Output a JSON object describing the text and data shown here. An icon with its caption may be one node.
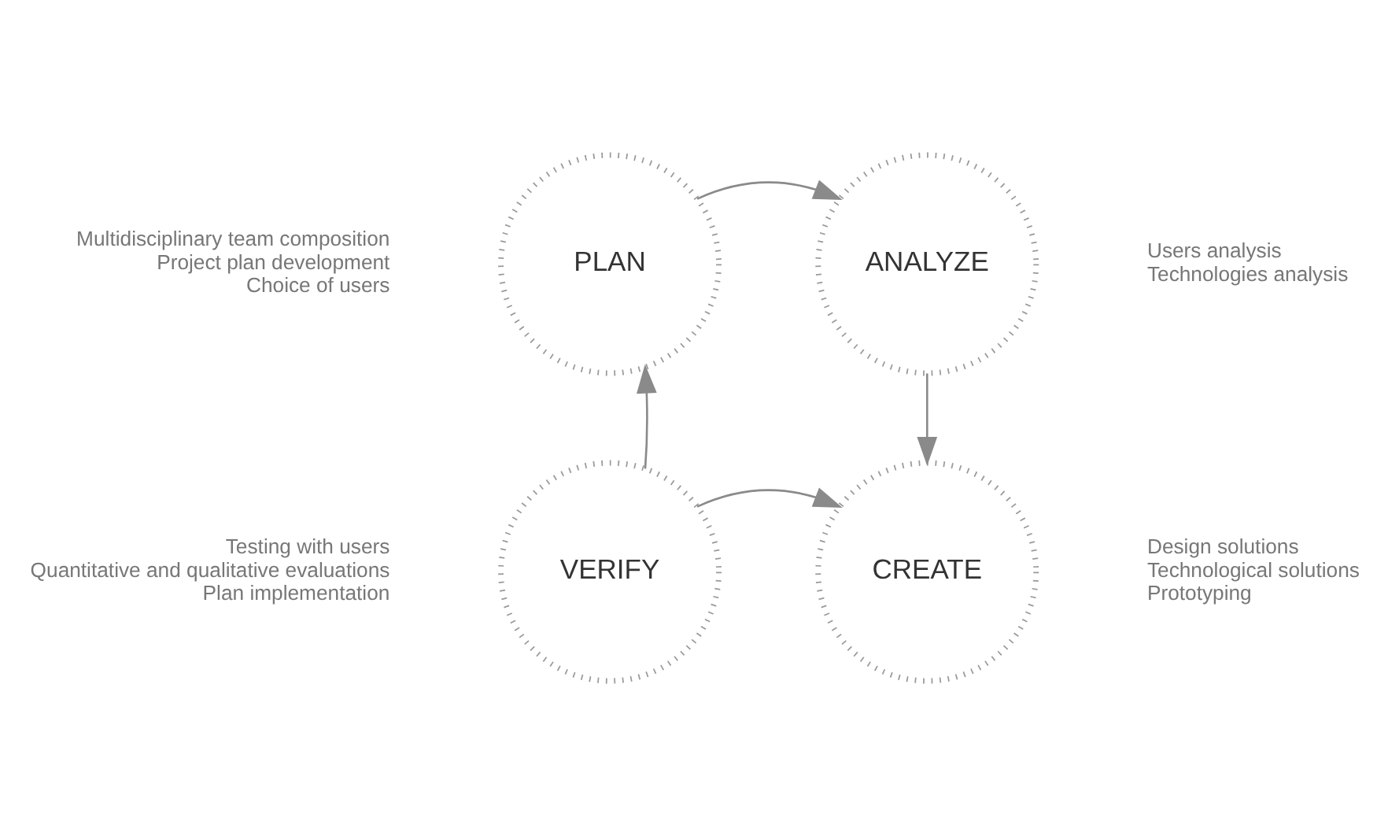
{
  "diagram": {
    "nodes": [
      {
        "text": [
          "PLAN"
        ],
        "beside": [
          "Multidisciplinary team composition",
          "Project plan development",
          "Choice of users"
        ]
      },
      {
        "text": [
          "ANALYZE"
        ],
        "beside": [
          "Users analysis",
          "Technologies analysis"
        ]
      },
      {
        "text": [
          "VERIFY"
        ],
        "beside": [
          "Testing with users",
          "Quantitative and qualitative evaluations",
          "Plan implementation"
        ]
      },
      {
        "text": [
          "CREATE"
        ],
        "beside": [
          "Design solutions",
          "Technological solutions",
          "Prototyping"
        ]
      }
    ],
    "edges": [
      {
        "from": 0,
        "to": 1,
        "arrow": "to"
      },
      {
        "from": 1,
        "to": 3,
        "arrow": "to"
      },
      {
        "from": 2,
        "to": 0,
        "arrow": "to"
      },
      {
        "from": 2,
        "to": 3,
        "arrow": "to"
      }
    ]
  }
}
